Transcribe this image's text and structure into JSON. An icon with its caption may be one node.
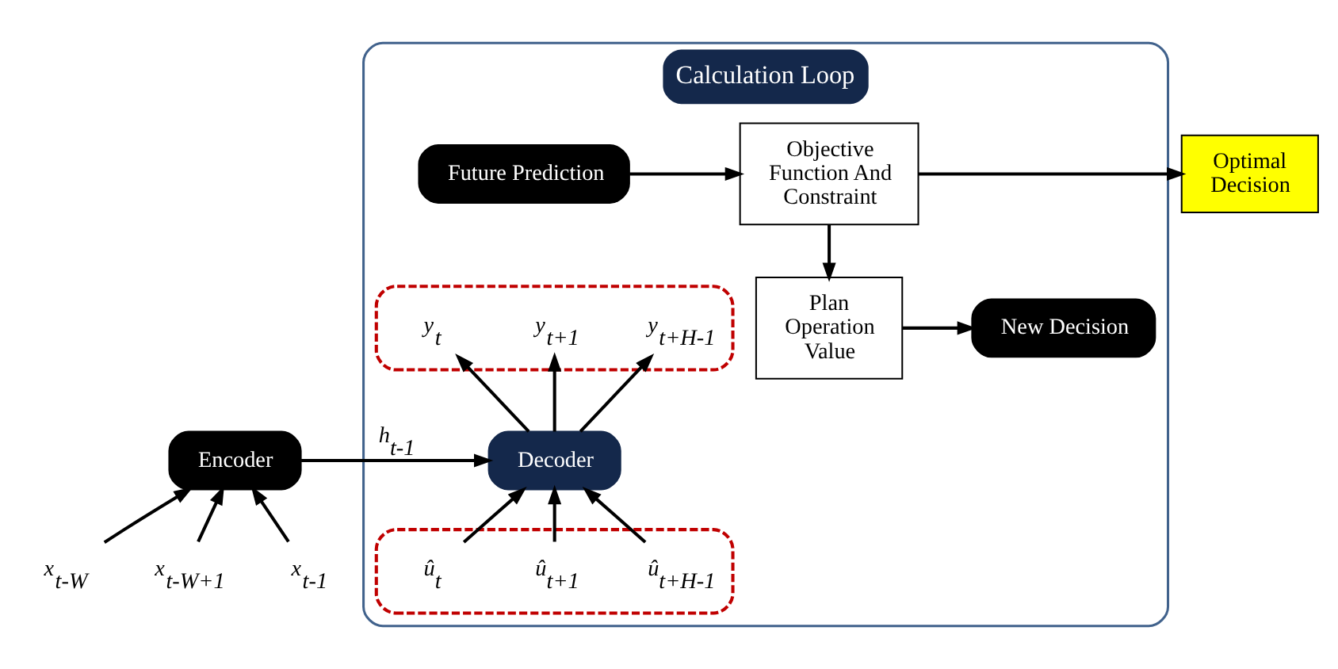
{
  "diagram": {
    "nodes": [
      {
        "text": [
          "Calculation Loop"
        ]
      },
      {
        "text": [
          "Future Prediction"
        ],
        "in": 0
      },
      {
        "text": [],
        "shape": "box",
        "in": 0
      },
      {
        "text": [
          "y$_{t}$"
        ],
        "in": 2
      },
      {
        "text": [
          "y$_{t+1}$"
        ],
        "in": 2
      },
      {
        "text": [
          "y$_{t+H-1}$"
        ],
        "in": 2
      },
      {
        "text": [
          "Decoder"
        ],
        "in": 0
      },
      {
        "text": [],
        "shape": "box",
        "in": 0
      },
      {
        "text": [
          "û$_{t}$"
        ],
        "in": 7
      },
      {
        "text": [
          "û$_{t+1}$"
        ],
        "in": 7
      },
      {
        "text": [
          "û$_{t+H-1}$"
        ],
        "in": 7
      },
      {
        "text": [
          "New Decision"
        ],
        "in": 0
      },
      {
        "text": [
          "Objective Function And Constraint"
        ],
        "in": 0
      },
      {
        "text": [
          "Plan Operation Value"
        ],
        "in": 0
      },
      {
        "text": [
          "Optimal Decision"
        ]
      },
      {
        "text": [
          "Encoder"
        ]
      },
      {
        "text": [
          "x$_{t-W}$"
        ]
      },
      {
        "text": [
          "x$_{t-W+1}$"
        ]
      },
      {
        "text": [
          "x$_{t-1}$"
        ]
      }
    ],
    "edges": [
      {
        "from": 16,
        "to": 15,
        "arrow": "to"
      },
      {
        "from": 17,
        "to": 15,
        "arrow": "to"
      },
      {
        "from": 18,
        "to": 15,
        "arrow": "to"
      },
      {
        "from": 15,
        "to": 6,
        "arrow": "to",
        "label": "h$_{t-1}$"
      },
      {
        "from": 8,
        "to": 6,
        "arrow": "to"
      },
      {
        "from": 9,
        "to": 6,
        "arrow": "to"
      },
      {
        "from": 10,
        "to": 6,
        "arrow": "to"
      },
      {
        "from": 6,
        "to": 3,
        "arrow": "to"
      },
      {
        "from": 6,
        "to": 4,
        "arrow": "to"
      },
      {
        "from": 6,
        "to": 5,
        "arrow": "to"
      },
      {
        "from": 1,
        "to": 12,
        "arrow": "to"
      },
      {
        "from": 12,
        "to": 14,
        "arrow": "to"
      },
      {
        "from": 12,
        "to": 13,
        "arrow": "to"
      },
      {
        "from": 13,
        "to": 11,
        "arrow": "to"
      }
    ]
  }
}
